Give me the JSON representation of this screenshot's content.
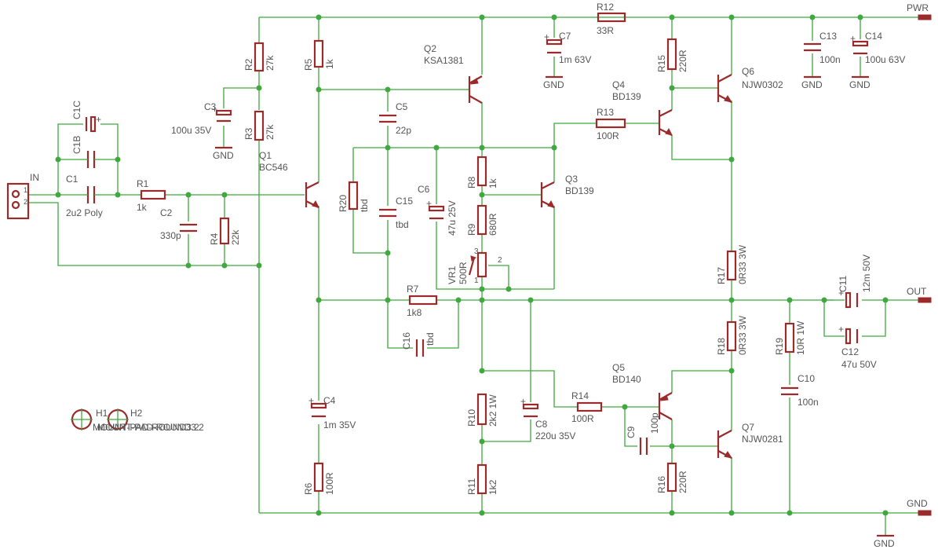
{
  "nets": {
    "pwr": "PWR",
    "out": "OUT",
    "gnd_right": "GND",
    "in_label": "IN",
    "pin1": "1",
    "pin2": "2"
  },
  "gnd_symbols": [
    {
      "id": "c3",
      "label": "GND"
    },
    {
      "id": "c7",
      "label": "GND"
    },
    {
      "id": "c13",
      "label": "GND"
    },
    {
      "id": "c14",
      "label": "GND"
    },
    {
      "id": "bottom",
      "label": "GND"
    }
  ],
  "components": {
    "R1": {
      "name": "R1",
      "value": "1k"
    },
    "R2": {
      "name": "R2",
      "value": "27k"
    },
    "R3": {
      "name": "R3",
      "value": "27k"
    },
    "R4": {
      "name": "R4",
      "value": "22k"
    },
    "R5": {
      "name": "R5",
      "value": "1k"
    },
    "R6": {
      "name": "R6",
      "value": "100R"
    },
    "R7": {
      "name": "R7",
      "value": "1k8"
    },
    "R8": {
      "name": "R8",
      "value": "1k"
    },
    "R9": {
      "name": "R9",
      "value": "680R"
    },
    "R10": {
      "name": "R10",
      "value": "2k2 1W"
    },
    "R11": {
      "name": "R11",
      "value": "1k2"
    },
    "R12": {
      "name": "R12",
      "value": "33R"
    },
    "R13": {
      "name": "R13",
      "value": "100R"
    },
    "R14": {
      "name": "R14",
      "value": "100R"
    },
    "R15": {
      "name": "R15",
      "value": "220R"
    },
    "R16": {
      "name": "R16",
      "value": "220R"
    },
    "R17": {
      "name": "R17",
      "value": "0R33 3W"
    },
    "R18": {
      "name": "R18",
      "value": "0R33 3W"
    },
    "R19": {
      "name": "R19",
      "value": "10R 1W"
    },
    "R20": {
      "name": "R20",
      "value": "tbd"
    },
    "C1": {
      "name": "C1",
      "value": "2u2 Poly"
    },
    "C1B": {
      "name": "C1B",
      "value": ""
    },
    "C1C": {
      "name": "C1C",
      "value": ""
    },
    "C2": {
      "name": "C2",
      "value": "330p"
    },
    "C3": {
      "name": "C3",
      "value": "100u 35V"
    },
    "C4": {
      "name": "C4",
      "value": "1m 35V"
    },
    "C5": {
      "name": "C5",
      "value": "22p"
    },
    "C6": {
      "name": "C6",
      "value": "47u 25V"
    },
    "C7": {
      "name": "C7",
      "value": "1m 63V"
    },
    "C8": {
      "name": "C8",
      "value": "220u 35V"
    },
    "C9": {
      "name": "C9",
      "value": "100p"
    },
    "C10": {
      "name": "C10",
      "value": "100n"
    },
    "C11": {
      "name": "C11",
      "value": "12m 50V"
    },
    "C12": {
      "name": "C12",
      "value": "47u 50V"
    },
    "C13": {
      "name": "C13",
      "value": "100n"
    },
    "C14": {
      "name": "C14",
      "value": "100u 63V"
    },
    "C15": {
      "name": "C15",
      "value": "tbd"
    },
    "C16": {
      "name": "C16",
      "value": "tbd"
    },
    "Q1": {
      "name": "Q1",
      "value": "BC546"
    },
    "Q2": {
      "name": "Q2",
      "value": "KSA1381"
    },
    "Q3": {
      "name": "Q3",
      "value": "BD139"
    },
    "Q4": {
      "name": "Q4",
      "value": "BD139"
    },
    "Q5": {
      "name": "Q5",
      "value": "BD140"
    },
    "Q6": {
      "name": "Q6",
      "value": "NJW0302"
    },
    "Q7": {
      "name": "Q7",
      "value": "NJW0281"
    },
    "VR1": {
      "name": "VR1",
      "value": "500R",
      "pin1": "1",
      "pin2": "2",
      "pin3": "3"
    },
    "H1": {
      "name": "H1",
      "value": "MOUNT-PAD-ROUND3.2"
    },
    "H2": {
      "name": "H2",
      "value": "MOUNT-PAD-ROUND3.2"
    }
  }
}
